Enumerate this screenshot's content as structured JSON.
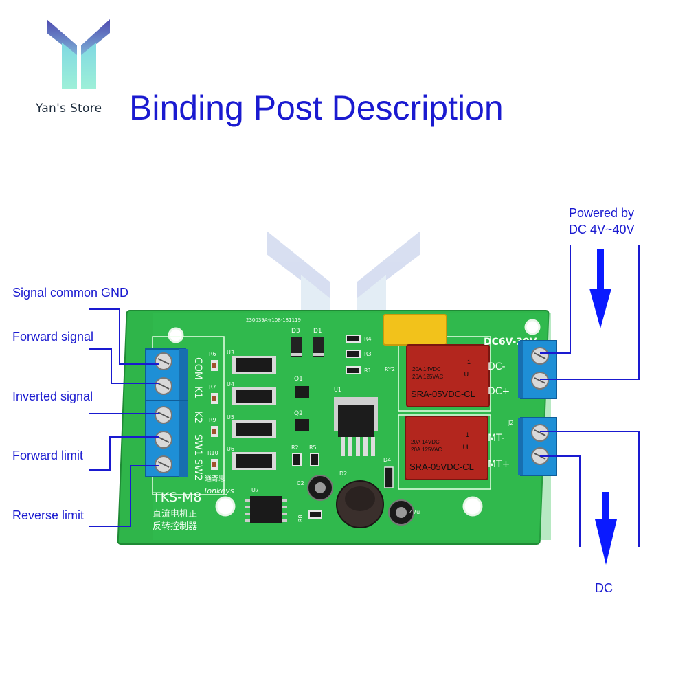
{
  "store": {
    "name": "Yan's Store"
  },
  "title": "Binding Post Description",
  "labels": {
    "signal_common_gnd": "Signal common GND",
    "forward_signal": "Forward signal",
    "inverted_signal": "Inverted signal",
    "forward_limit": "Forward limit",
    "reverse_limit": "Reverse limit",
    "powered_by_line1": "Powered by",
    "powered_by_line2": "DC 4V~40V",
    "dc_output": "DC"
  },
  "board": {
    "model": "TKS-M8",
    "chinese_line1": "直流电机正",
    "chinese_line2": "反转控制器",
    "brand": "Tonkeys",
    "brand_cn": "通奇思",
    "serial": "230039A-Y108-181119",
    "left_pins": [
      "COM",
      "K1",
      "K2",
      "SW1",
      "SW2"
    ],
    "power_label": "DC6V-30V",
    "dc_minus": "DC-",
    "dc_plus": "DC+",
    "mt_minus": "MT-",
    "mt_plus": "MT+",
    "j2": "J2",
    "relay_top": {
      "line1": "20A 14VDC",
      "line2": "20A 125VAC",
      "model": "SRA-05VDC-CL"
    },
    "relay_bottom": {
      "line1": "20A 14VDC",
      "line2": "20A 125VAC",
      "model": "SRA-05VDC-CL"
    },
    "refs": {
      "r6": "R6",
      "r7": "R7",
      "r9": "R9",
      "r10": "R10",
      "u3": "U3",
      "u4": "U4",
      "u5": "U5",
      "u6": "U6",
      "u7": "U7",
      "u1": "U1",
      "d3": "D3",
      "d1": "D1",
      "d2": "D2",
      "d4": "D4",
      "q1": "Q1",
      "q2": "Q2",
      "r4": "R4",
      "r3": "R3",
      "r1": "R1",
      "r2": "R2",
      "r5": "R5",
      "r8": "R8",
      "c2": "C2",
      "ry2": "RY2",
      "cap_val": "47u"
    }
  },
  "colors": {
    "label_blue": "#1a1ad0",
    "pcb_green": "#2fb54a",
    "terminal_blue": "#1e8fd6",
    "relay_red": "#b3261e",
    "arrow_blue": "#0a1aff"
  }
}
